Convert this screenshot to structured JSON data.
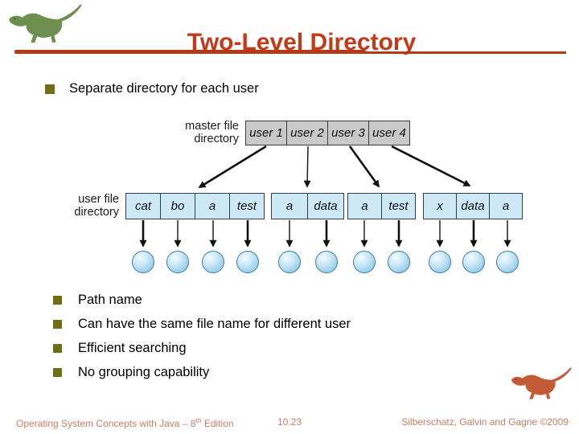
{
  "slide": {
    "title": "Two-Level Directory",
    "bullet_top": "Separate directory for each user",
    "bullets": [
      "Path name",
      "Can have the same file name for different user",
      "Efficient searching",
      "No grouping capability"
    ]
  },
  "diagram": {
    "mfd_label_line1": "master file",
    "mfd_label_line2": "directory",
    "ufd_label_line1": "user file",
    "ufd_label_line2": "directory",
    "mfd_cells": [
      "user 1",
      "user 2",
      "user 3",
      "user 4"
    ],
    "ufd_groups": [
      [
        "cat",
        "bo",
        "a",
        "test"
      ],
      [
        "a",
        "data"
      ],
      [
        "a",
        "test"
      ],
      [
        "x",
        "data",
        "a"
      ]
    ]
  },
  "footer": {
    "left_pre": "Operating System Concepts with Java – 8",
    "left_sup": "th",
    "left_post": " Edition",
    "page": "10.23",
    "right": "Silberschatz, Galvin and Gagne ©2009"
  },
  "colors": {
    "title_red": "#c23a17",
    "rule_red": "#b5391a",
    "bullet_olive": "#6e6e14",
    "mfd_gray": "#c9c9c9",
    "ufd_blue": "#cde8f6",
    "border_dark": "#2e3d46",
    "footer_salmon": "#c97c63",
    "dino_green": "#6d8f4f",
    "dino_red": "#c35c36"
  }
}
